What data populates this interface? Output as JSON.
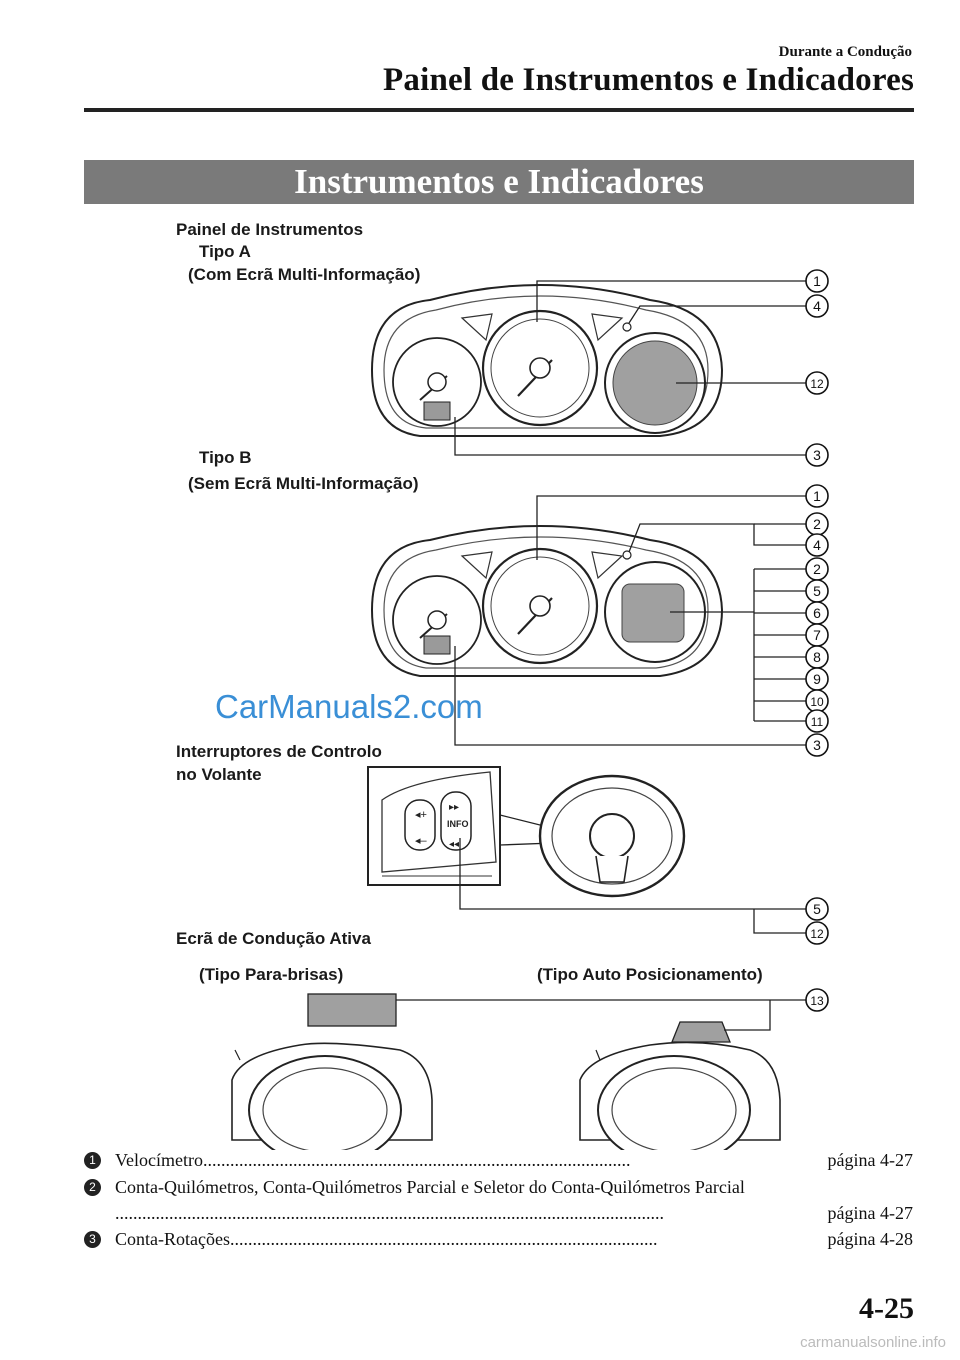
{
  "header": {
    "section": "Durante a Condução",
    "title": "Painel de Instrumentos e Indicadores"
  },
  "banner": "Instrumentos e Indicadores",
  "labels": {
    "panel": "Painel de Instrumentos",
    "type_a": "Tipo A",
    "type_a_sub": "(Com Ecrã Multi-Informação)",
    "type_b": "Tipo B",
    "type_b_sub": "(Sem Ecrã Multi-Informação)",
    "switches_1": "Interruptores de Controlo",
    "switches_2": "no Volante",
    "adc": "Ecrã de Condução Ativa",
    "windshield": "(Tipo Para-brisas)",
    "auto": "(Tipo Auto Posicionamento)",
    "info": "INFO"
  },
  "callouts": {
    "a": [
      "1",
      "4",
      "12",
      "3"
    ],
    "b": [
      "1",
      "2",
      "4",
      "2",
      "5",
      "6",
      "7",
      "8",
      "9",
      "10",
      "11",
      "3"
    ],
    "sw": [
      "5",
      "12"
    ],
    "adc": [
      "13"
    ]
  },
  "toc": [
    {
      "num": "1",
      "text": "Velocímetro",
      "page": "página 4-27"
    },
    {
      "num": "2",
      "text": "Conta-Quilómetros, Conta-Quilómetros Parcial e Seletor do Conta-Quilómetros Parcial",
      "page": "página 4-27"
    },
    {
      "num": "3",
      "text": "Conta-Rotações",
      "page": "página 4-28"
    }
  ],
  "footer": "4-25",
  "watermark": "CarManuals2.com",
  "watermark2": "carmanualsonline.info"
}
